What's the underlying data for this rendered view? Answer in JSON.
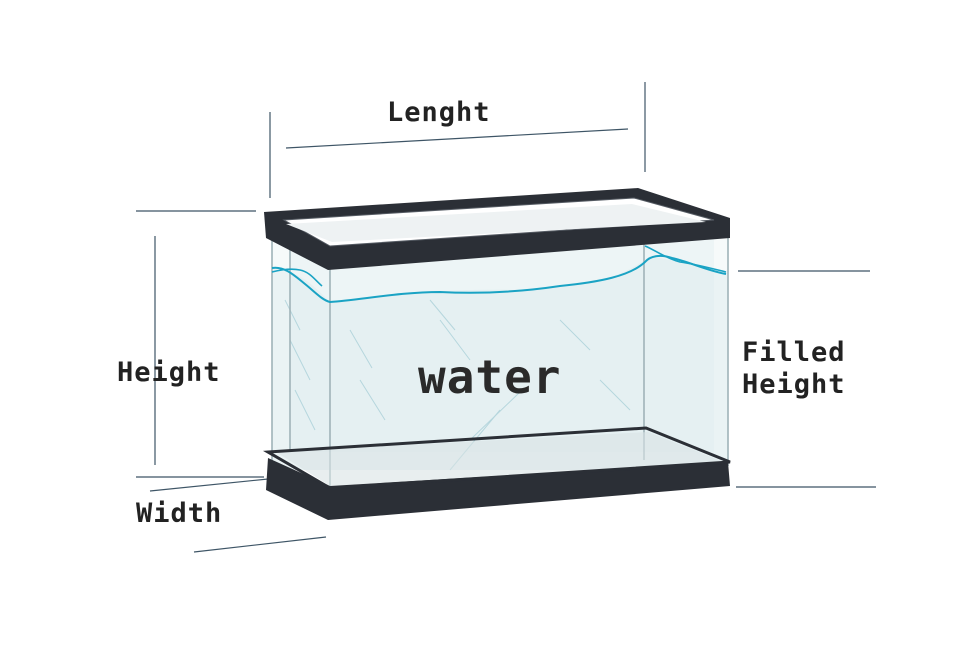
{
  "labels": {
    "length": "Lenght",
    "height": "Height",
    "width": "Width",
    "filled_height_line1": "Filled",
    "filled_height_line2": "Height",
    "water": "water"
  },
  "colors": {
    "frame": "#2b2f36",
    "dimension_line": "#3e5566",
    "water_line": "#1aa3c4",
    "glass_edge": "#9fb3b8"
  }
}
